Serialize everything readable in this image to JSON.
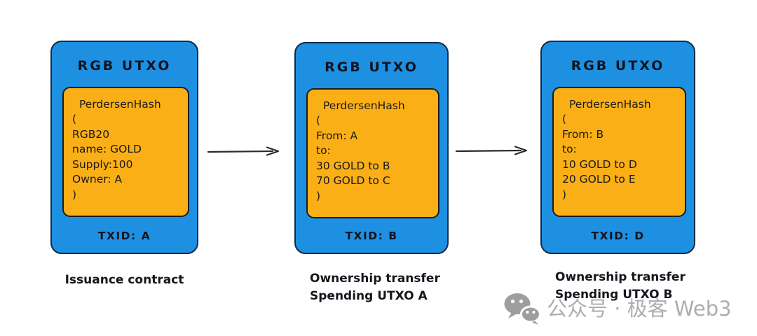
{
  "colors": {
    "box_blue": "#1E90E2",
    "box_orange": "#FBAF17",
    "box_outline": "#122A45",
    "text_dark": "#14181F",
    "arrow": "#2B2B2B",
    "watermark_gray": "#ADADAD"
  },
  "boxes": [
    {
      "title": "RGB UTXO",
      "hash_title": "PerdersenHash",
      "hash_lines": [
        "(",
        "RGB20",
        "name: GOLD",
        "Supply:100",
        "Owner: A",
        ")"
      ],
      "txid": "TXID: A",
      "caption_lines": [
        "Issuance contract"
      ]
    },
    {
      "title": "RGB UTXO",
      "hash_title": "PerdersenHash",
      "hash_lines": [
        "(",
        "From: A",
        "to:",
        "30 GOLD to B",
        "70 GOLD to C",
        ")"
      ],
      "txid": "TXID: B",
      "caption_lines": [
        "Ownership transfer",
        "Spending UTXO A"
      ]
    },
    {
      "title": "RGB UTXO",
      "hash_title": "PerdersenHash",
      "hash_lines": [
        "(",
        "From: B",
        "to:",
        "10 GOLD to D",
        "20 GOLD to E",
        ")"
      ],
      "txid": "TXID: D",
      "caption_lines": [
        "Ownership transfer",
        "Spending UTXO B"
      ]
    }
  ],
  "watermark": {
    "icon": "wechat-icon",
    "text": "公众号 · 极客 Web3"
  }
}
